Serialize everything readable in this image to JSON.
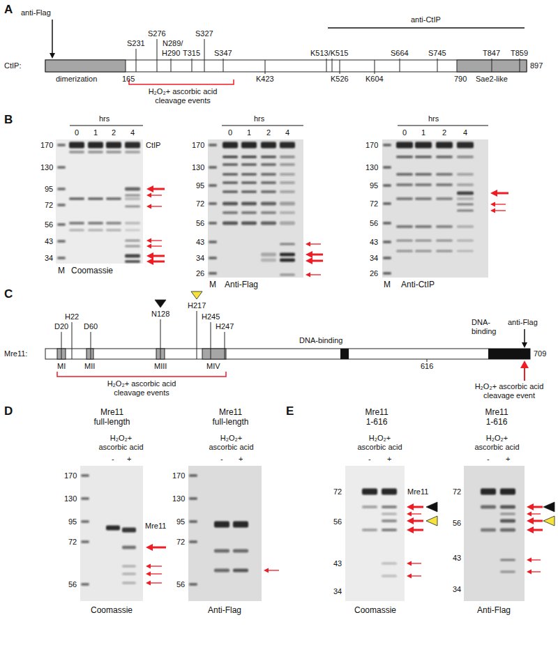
{
  "diagram": {
    "labels": [
      "A",
      "anti-Flag",
      "anti-CtIP",
      "S276",
      "S327",
      "S231",
      "N289/",
      "H290",
      "T315",
      "S347",
      "K513/K515",
      "S664",
      "S745",
      "T847",
      "T859",
      "CtIP:",
      "897",
      "dimerization",
      "165",
      "K423",
      "K526",
      "K604",
      "790",
      "Sae2-like",
      "H₂O₂+ ascorbic acid cleavage events",
      "B",
      "hrs",
      "0",
      "1",
      "2",
      "4",
      "170",
      "130",
      "95",
      "72",
      "56",
      "43",
      "34",
      "CtIP",
      "M",
      "Coomassie",
      "hrs",
      "0",
      "1",
      "2",
      "4",
      "170",
      "130",
      "95",
      "72",
      "56",
      "43",
      "34",
      "26",
      "M",
      "Anti-Flag",
      "hrs",
      "0",
      "1",
      "2",
      "4",
      "170",
      "130",
      "95",
      "72",
      "56",
      "43",
      "34",
      "26",
      "M",
      "Anti-CtIP",
      "C",
      "H217",
      "N128",
      "H22",
      "H245",
      "D20",
      "D60",
      "H247",
      "DNA-binding",
      "anti-Flag",
      "DNA-binding",
      "Mre11:",
      "709",
      "MI",
      "MII",
      "MIII",
      "MIV",
      "616",
      "H₂O₂+ ascorbic acid cleavage events",
      "H₂O₂+ ascorbic acid cleavage event",
      "D",
      "Mre11 full-length",
      "H₂O₂+ ascorbic acid",
      "-",
      "+",
      "170",
      "130",
      "95",
      "72",
      "56",
      "Mre11",
      "Coomassie",
      "Mre11 full-length",
      "H₂O₂+ ascorbic acid",
      "-",
      "+",
      "170",
      "130",
      "95",
      "72",
      "56",
      "Anti-Flag",
      "E",
      "Mre11 1-616",
      "H₂O₂+ ascorbic acid",
      "-",
      "+",
      "72",
      "56",
      "43",
      "34",
      "Mre11",
      "Coomassie",
      "Mre11 1-616",
      "H₂O₂+ ascorbic acid",
      "-",
      "+",
      "72",
      "56",
      "43",
      "34",
      "Anti-Flag"
    ]
  }
}
